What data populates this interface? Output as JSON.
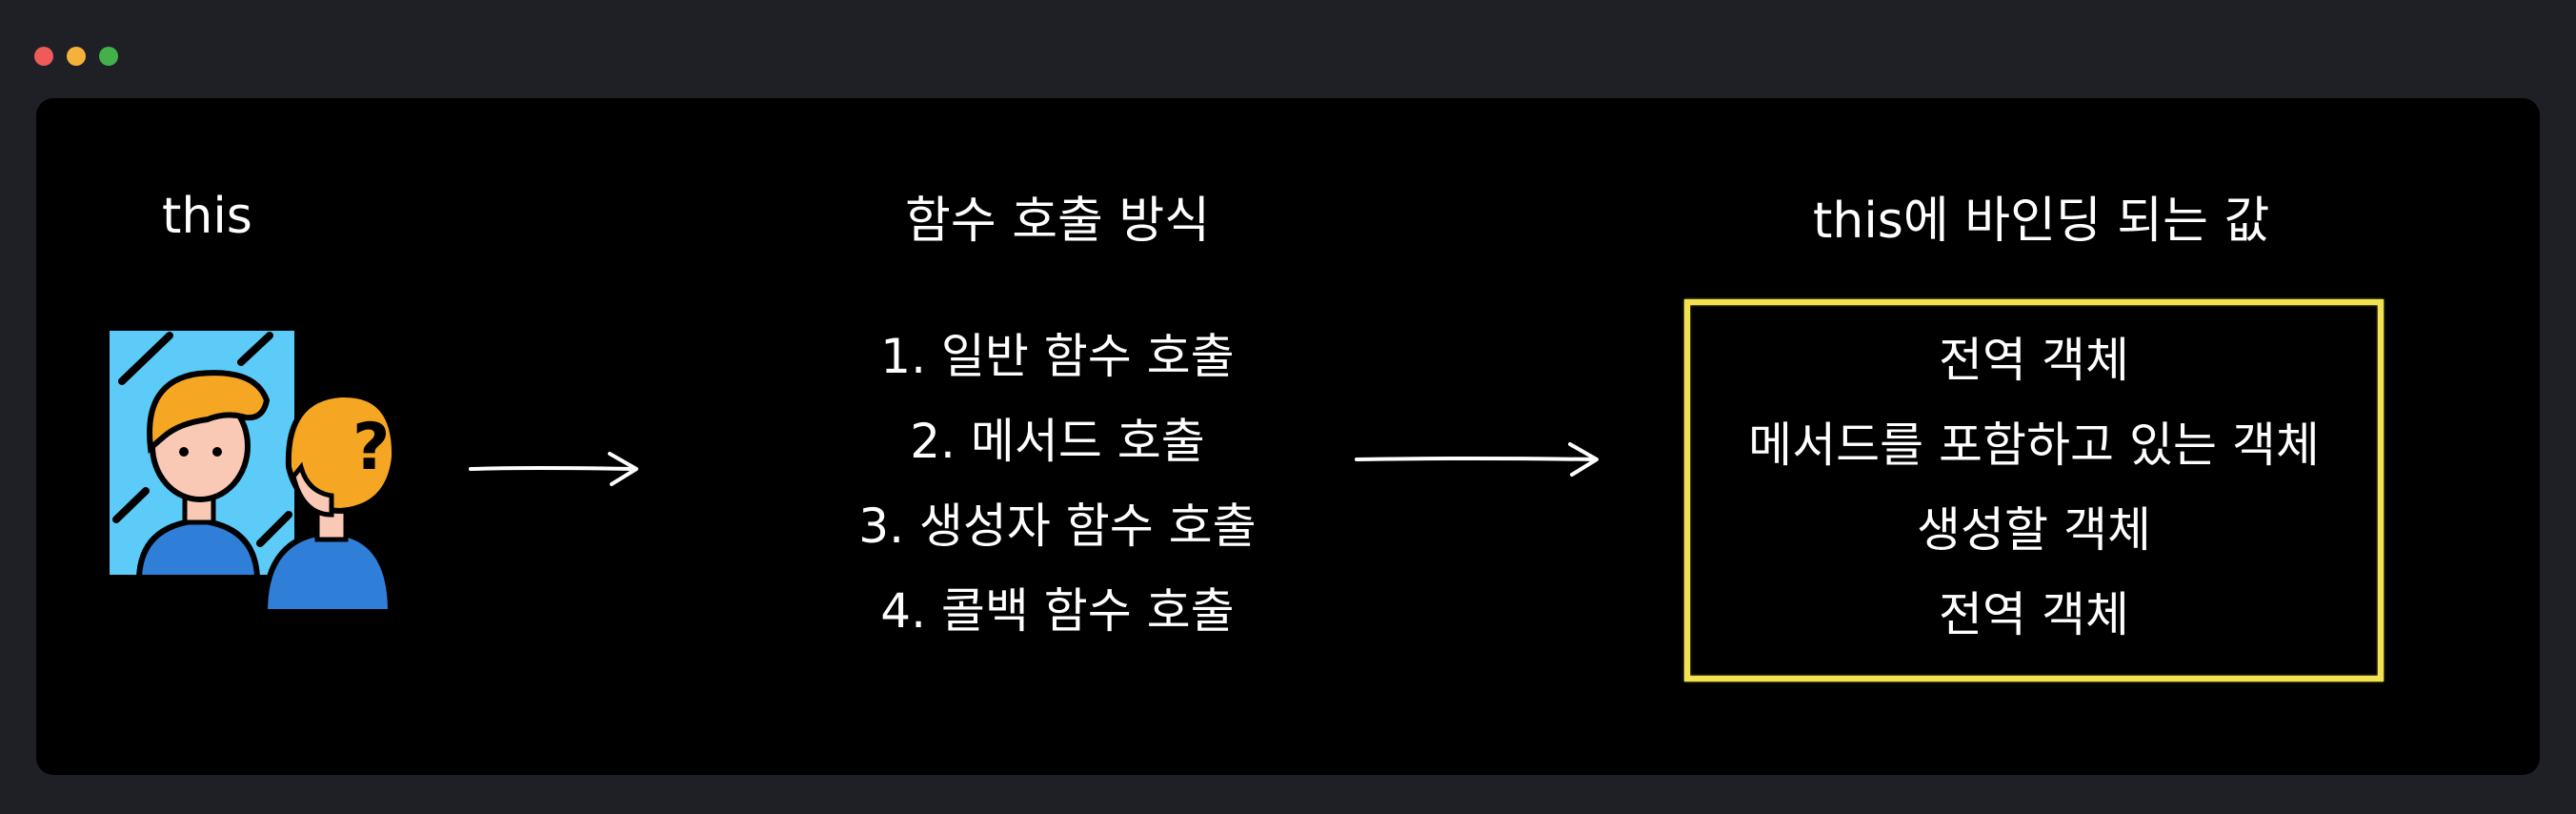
{
  "window": {
    "dots": [
      {
        "name": "close-dot",
        "color": "#ee5b58"
      },
      {
        "name": "minimize-dot",
        "color": "#f4b23b"
      },
      {
        "name": "maximize-dot",
        "color": "#42b14a"
      }
    ]
  },
  "columns": {
    "left": {
      "heading": "this",
      "icon": "mirror-person-question-icon"
    },
    "middle": {
      "heading": "함수 호출 방식",
      "items": [
        "1. 일반 함수 호출",
        "2. 메서드 호출",
        "3. 생성자 함수 호출",
        "4. 콜백 함수 호출"
      ]
    },
    "right": {
      "heading": "this에 바인딩 되는 값",
      "items": [
        "전역 객체",
        "메서드를 포함하고 있는 객체",
        "생성할 객체",
        "전역 객체"
      ],
      "border_color": "#f2e251"
    }
  },
  "arrows": [
    "arrow-right-icon",
    "arrow-right-icon"
  ],
  "colors": {
    "background": "#1f2026",
    "panel": "#000000",
    "text": "#ffffff",
    "mirror": "#5ccbf8",
    "hair": "#f5a623",
    "skin": "#f9c9b6",
    "shirt": "#2f7fd9"
  }
}
